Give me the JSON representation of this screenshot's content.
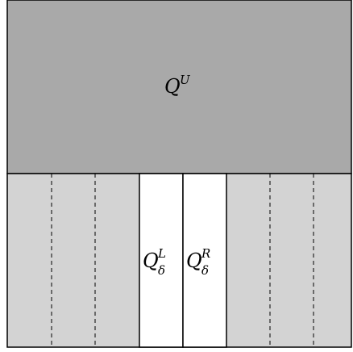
{
  "regions": {
    "upper": {
      "symbol": "Q",
      "superscript": "U",
      "subscript": ""
    },
    "left_strip": {
      "symbol": "Q",
      "superscript": "L",
      "subscript": "δ"
    },
    "right_strip": {
      "symbol": "Q",
      "superscript": "R",
      "subscript": "δ"
    }
  },
  "colors": {
    "upper_fill": "#a9a9a9",
    "lower_fill": "#d3d3d3",
    "strip_fill": "#ffffff",
    "stroke": "#000000"
  }
}
